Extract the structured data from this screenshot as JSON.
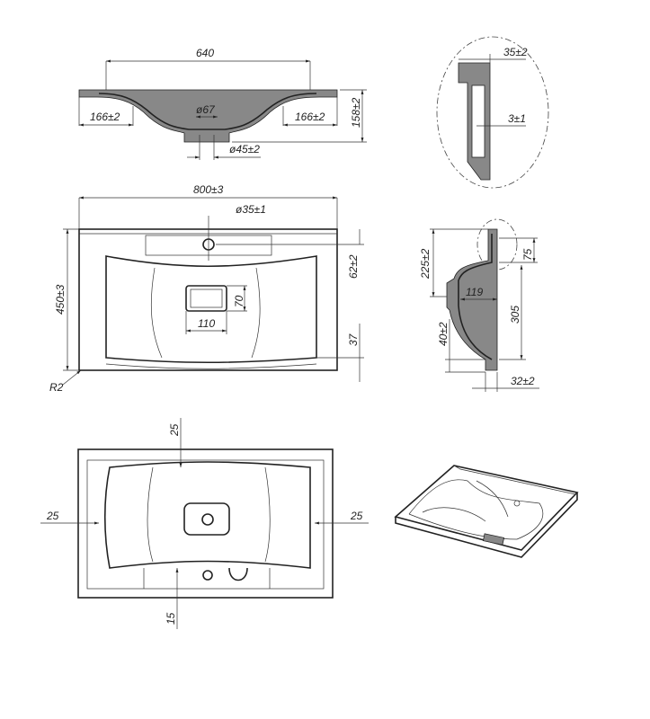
{
  "front_section": {
    "width": "640",
    "left_margin": "166±2",
    "right_margin": "166±2",
    "drain_top_dia": "ø67",
    "height": "158±2",
    "drain_bottom_dia": "ø45±2"
  },
  "detail_view": {
    "rim_width": "35±2",
    "gap": "3±1"
  },
  "top_view": {
    "width": "800±3",
    "tap_hole": "ø35±1",
    "depth": "450±3",
    "tap_offset": "62±2",
    "drain_h": "70",
    "drain_w": "110",
    "front_offset": "37",
    "corner_radius": "R2"
  },
  "side_section": {
    "height": "225±2",
    "rim_height": "75",
    "drain_depth": "119",
    "bowl_length": "305",
    "front_height": "40±2",
    "front_thickness": "32±2"
  },
  "bottom_view": {
    "top_margin": "25",
    "left_margin": "25",
    "right_margin": "25",
    "bottom_margin": "15"
  }
}
